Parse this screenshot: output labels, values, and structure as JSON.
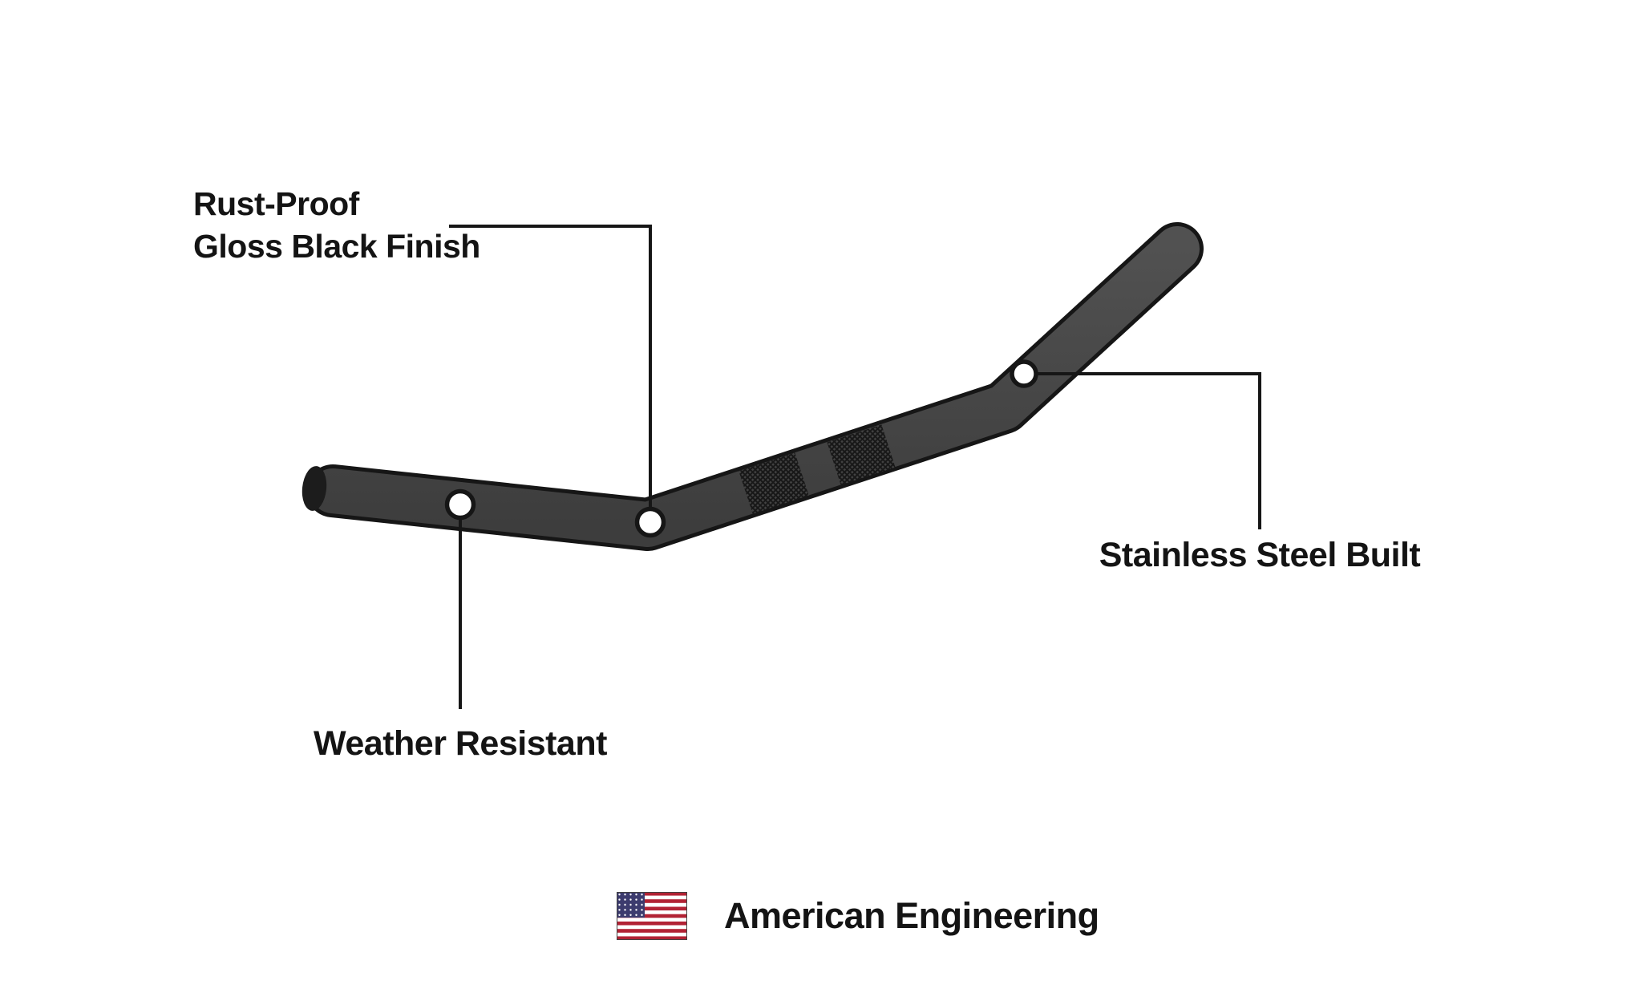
{
  "callouts": {
    "rust_proof": {
      "line1": "Rust-Proof",
      "line2": "Gloss Black Finish"
    },
    "weather_resistant": {
      "label": "Weather Resistant"
    },
    "stainless_steel": {
      "label": "Stainless Steel Built"
    }
  },
  "footer": {
    "label": "American Engineering"
  },
  "icons": {
    "flag": "us-flag-icon"
  },
  "colors": {
    "background": "#ffffff",
    "bar_fill": "#464646",
    "bar_outline": "#161616",
    "knurl_dark": "#181818",
    "callout_line": "#161616",
    "marker_fill": "#ffffff",
    "text": "#141414",
    "flag_red": "#B22234",
    "flag_white": "#ffffff",
    "flag_blue": "#3C3B6E"
  }
}
